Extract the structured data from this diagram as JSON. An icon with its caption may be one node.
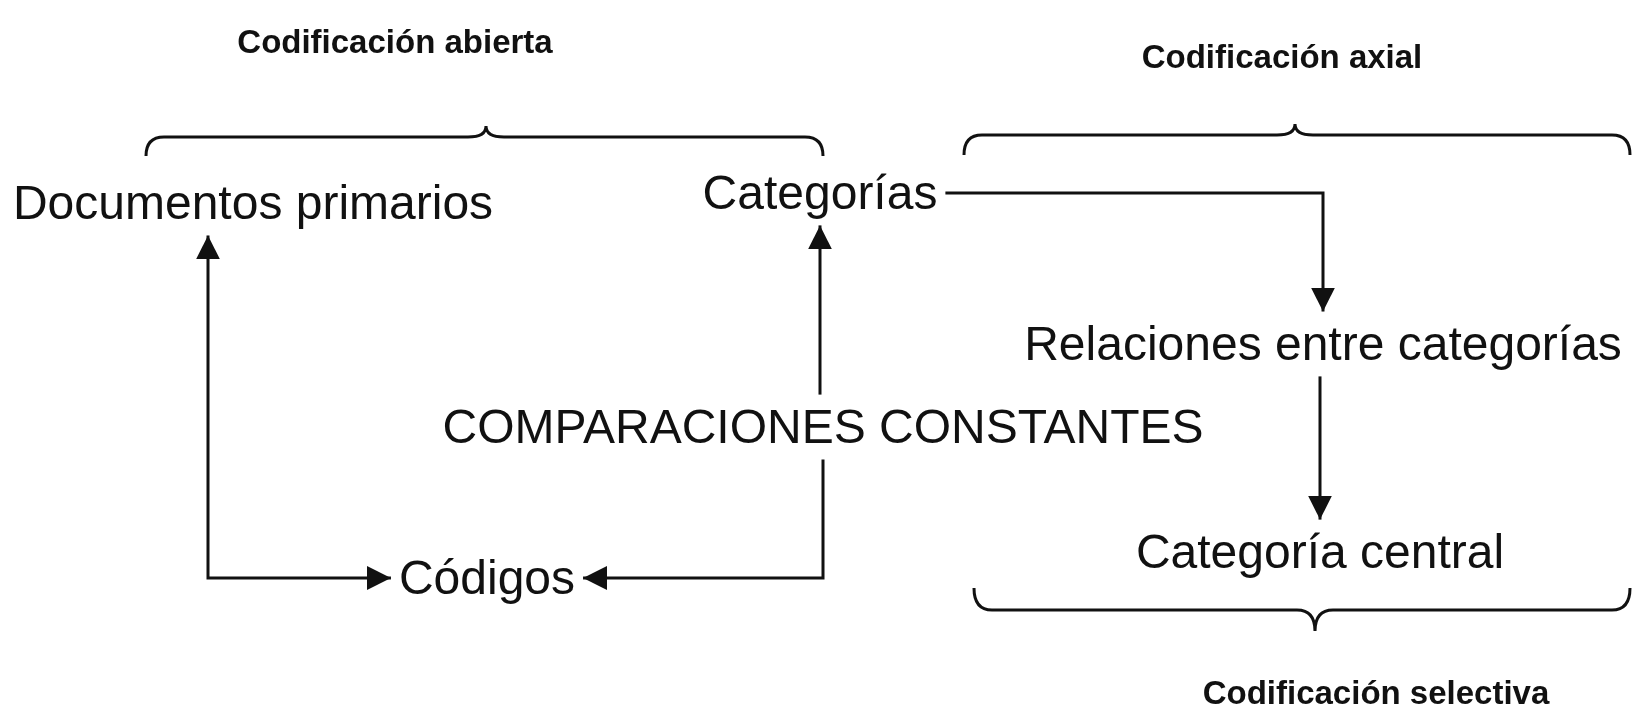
{
  "diagram": {
    "nodes": [
      {
        "text": [
          "Documentos primarios"
        ]
      },
      {
        "text": [
          "Categorías"
        ]
      },
      {
        "text": [
          "Relaciones entre categorías"
        ]
      },
      {
        "text": [
          "COMPARACIONES CONSTANTES"
        ]
      },
      {
        "text": [
          "Categoría central"
        ]
      },
      {
        "text": [
          "Códigos"
        ]
      }
    ],
    "edges": [
      {
        "from": 1,
        "to": 2,
        "arrow": "to"
      },
      {
        "from": 2,
        "to": 4,
        "arrow": "to"
      },
      {
        "from": 3,
        "to": 1,
        "arrow": "to"
      },
      {
        "from": 3,
        "to": 5,
        "arrow": "to"
      },
      {
        "from": 0,
        "to": 5,
        "arrow": "both"
      }
    ],
    "labels": [
      "Codificación abierta",
      "Codificación axial",
      "Codificación selectiva"
    ]
  }
}
